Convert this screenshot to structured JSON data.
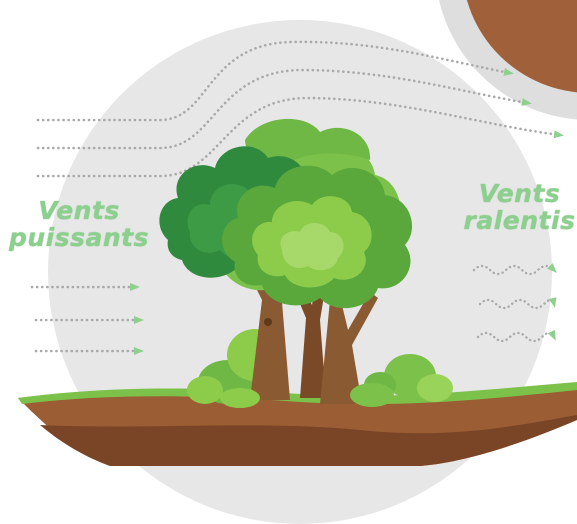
{
  "labels": {
    "strong_winds": [
      "Vents",
      "puissants"
    ],
    "slowed_winds": [
      "Vents",
      "ralentis"
    ]
  },
  "colors": {
    "background_circle": "#e7e7e7",
    "wind_label": "#8ccf8e",
    "wind_dots": "#a9a9a9",
    "arrow_green": "#8fd08f",
    "soil": "#9b5d34",
    "soil_dark": "#7a4526",
    "grass": "#7cc24a",
    "canopy_dark": "#2f8a3e",
    "canopy_mid": "#5aa83b",
    "canopy_light": "#8ccc4a",
    "trunk": "#8a5a32"
  },
  "icons": [
    "dotted-wind-arrow-icon",
    "wavy-wind-arrow-icon",
    "tree-group-icon"
  ]
}
